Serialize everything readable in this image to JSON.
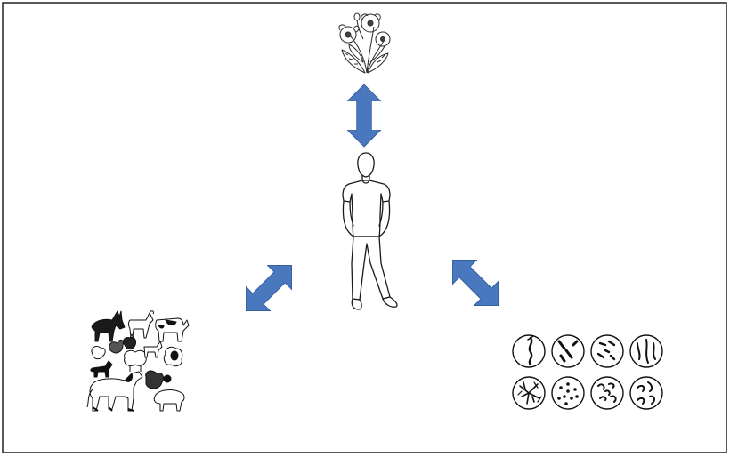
{
  "diagram": {
    "colors": {
      "arrow_fill": "#4a78be",
      "arrow_stroke": "#355f9e",
      "line": "#1a1a1a",
      "frame": "#222222",
      "background": "#ffffff"
    },
    "nodes": [
      {
        "id": "plants",
        "icon": "flower-icon"
      },
      {
        "id": "human",
        "icon": "person-icon"
      },
      {
        "id": "animals",
        "icon": "farm-animals-icon"
      },
      {
        "id": "microbes",
        "icon": "microbes-icon"
      }
    ],
    "edges": [
      {
        "from": "human",
        "to": "plants",
        "type": "double-arrow"
      },
      {
        "from": "human",
        "to": "animals",
        "type": "double-arrow"
      },
      {
        "from": "human",
        "to": "microbes",
        "type": "double-arrow"
      }
    ],
    "microbe_panels": [
      "spirochete",
      "rods-chain",
      "rods",
      "spirilla",
      "actinomycete",
      "cocci",
      "vibrio",
      "curved-rods"
    ]
  }
}
